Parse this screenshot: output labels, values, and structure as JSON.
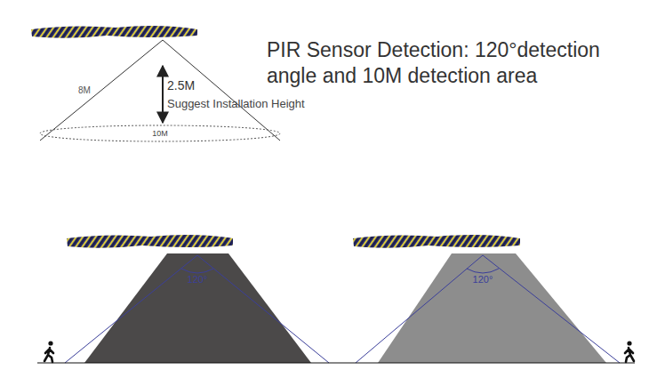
{
  "diagram": {
    "title": "PIR Sensor Detection: 120°detection angle and 10M detection area",
    "labels": [
      "8M",
      "2.5M",
      "Suggest Installation Height",
      "10M",
      "120°",
      "120°"
    ]
  }
}
